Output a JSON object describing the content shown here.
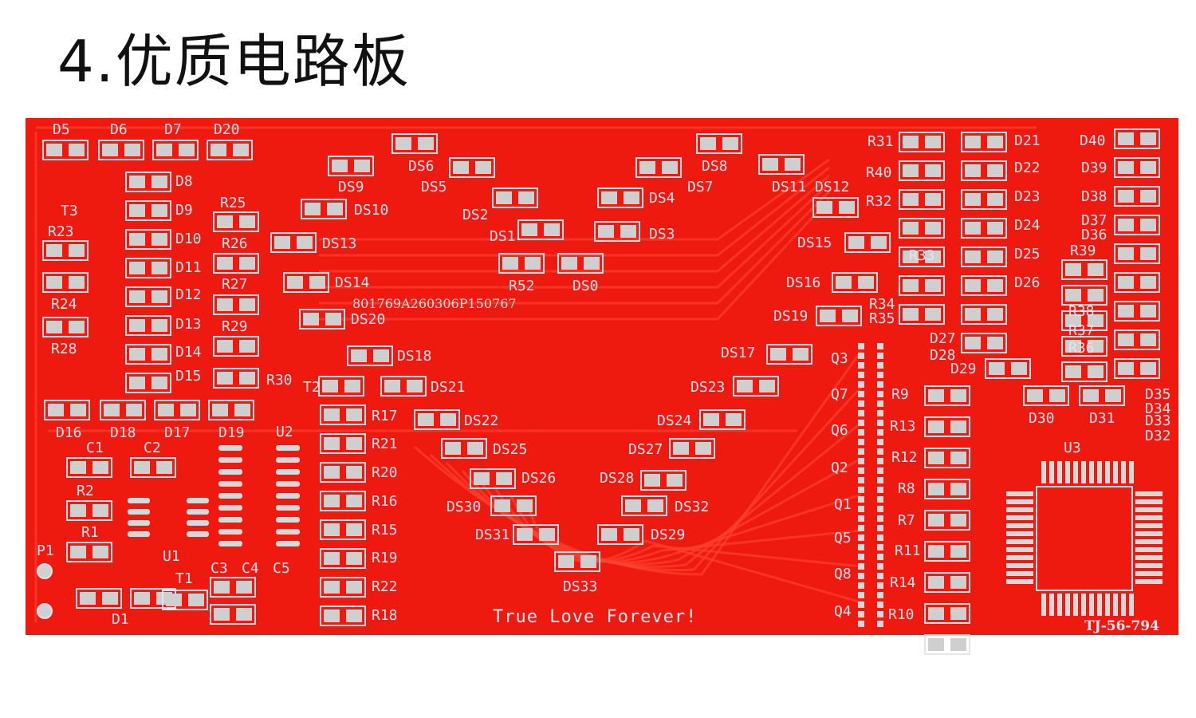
{
  "heading": {
    "number": "4.",
    "text": "优质电路板"
  },
  "board": {
    "colors": {
      "substrate": "#f01810",
      "trace": "#ff3a22",
      "silkscreen": "#e6e2ee",
      "pad": "#c8c8c8"
    },
    "serial_number": "801769A260306P150767",
    "slogan": "True Love Forever!",
    "model_mark": "TJ-56-794",
    "labels": [
      "D5",
      "D6",
      "D7",
      "D20",
      "D8",
      "D9",
      "D10",
      "D11",
      "D12",
      "D13",
      "D14",
      "D15",
      "T3",
      "R23",
      "R24",
      "R28",
      "R25",
      "R26",
      "R27",
      "R29",
      "R30",
      "D16",
      "D18",
      "D17",
      "D19",
      "C1",
      "C2",
      "R2",
      "R1",
      "U1",
      "U2",
      "P1",
      "D1",
      "T1",
      "C3",
      "C4",
      "C5",
      "T2",
      "DS9",
      "DS6",
      "DS5",
      "DS10",
      "DS13",
      "DS14",
      "DS20",
      "DS18",
      "DS21",
      "R17",
      "R21",
      "R20",
      "R16",
      "R15",
      "R19",
      "R22",
      "R18",
      "DS22",
      "DS25",
      "DS26",
      "DS30",
      "DS31",
      "DS33",
      "DS32",
      "DS29",
      "DS28",
      "DS27",
      "DS24",
      "DS23",
      "DS17",
      "DS2",
      "DS1",
      "DS4",
      "DS3",
      "R52",
      "DS0",
      "DS8",
      "DS7",
      "DS11",
      "DS12",
      "DS15",
      "DS16",
      "DS19",
      "R31",
      "R40",
      "R32",
      "R33",
      "R34",
      "R35",
      "D27",
      "D28",
      "D29",
      "Q3",
      "Q7",
      "Q6",
      "Q2",
      "Q1",
      "Q5",
      "Q8",
      "Q4",
      "R9",
      "R13",
      "R12",
      "R8",
      "R7",
      "R11",
      "R14",
      "R10",
      "D21",
      "D22",
      "D23",
      "D24",
      "D25",
      "D26",
      "D40",
      "D39",
      "D38",
      "D37",
      "D36",
      "R39",
      "R38",
      "R37",
      "R36",
      "D30",
      "D31",
      "D35",
      "D34",
      "D33",
      "D32",
      "U3"
    ]
  }
}
